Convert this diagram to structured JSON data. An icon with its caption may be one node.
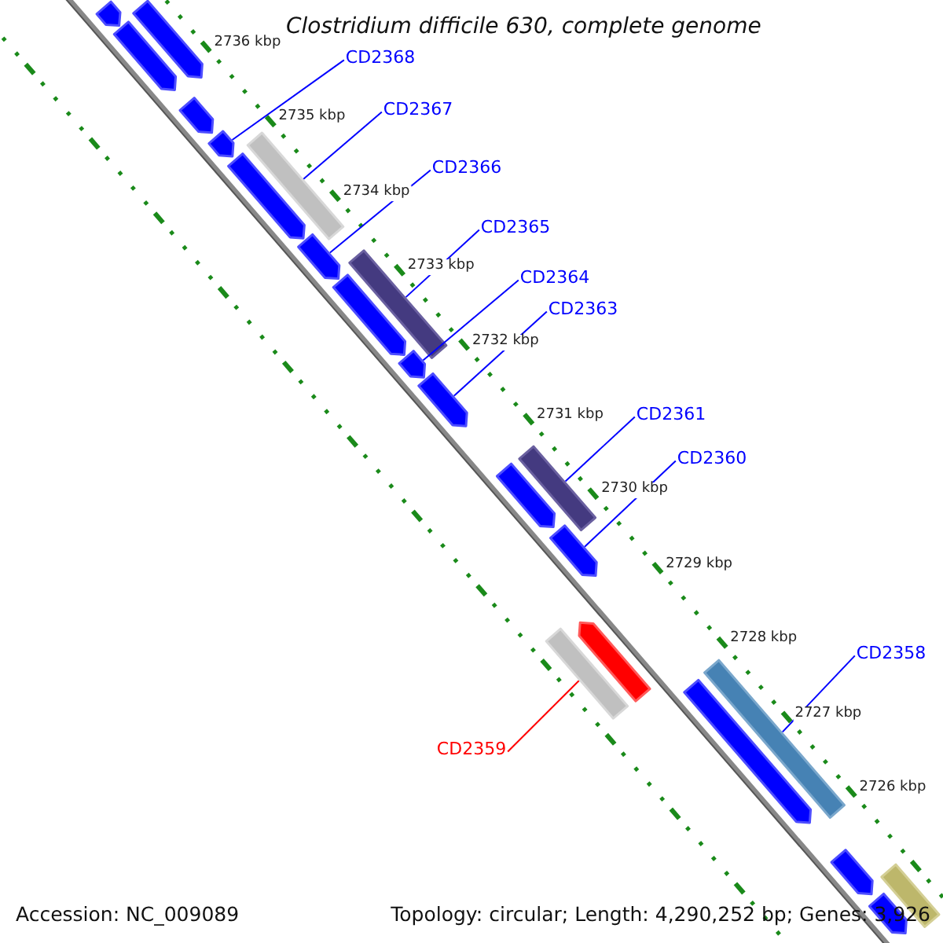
{
  "diagram": {
    "title": "Clostridium difficile 630, complete genome",
    "nodes": [
      {
        "text": [],
        "shape": "pentagon"
      },
      {
        "text": [],
        "shape": "pentagon"
      },
      {
        "text": [],
        "shape": "pentagon"
      },
      {
        "text": [
          "CD2368"
        ]
      },
      {
        "text": [],
        "shape": "pentagon"
      },
      {
        "text": [
          "CD2367"
        ]
      },
      {
        "text": [],
        "shape": "pentagon"
      },
      {
        "text": [],
        "shape": "bar"
      },
      {
        "text": [],
        "shape": "pentagon"
      },
      {
        "text": [
          "CD2366"
        ]
      },
      {
        "text": [],
        "shape": "pentagon"
      },
      {
        "text": [
          "CD2365"
        ]
      },
      {
        "text": [],
        "shape": "bar"
      },
      {
        "text": [],
        "shape": "pentagon"
      },
      {
        "text": [
          "CD2364"
        ]
      },
      {
        "text": [
          "CD2363"
        ]
      },
      {
        "text": [],
        "shape": "pentagon"
      },
      {
        "text": [],
        "shape": "pentagon"
      },
      {
        "text": [
          "CD2361"
        ]
      },
      {
        "text": [
          "CD2360"
        ]
      },
      {
        "text": [],
        "shape": "pentagon"
      },
      {
        "text": [],
        "shape": "bar"
      },
      {
        "text": [],
        "shape": "pentagon"
      },
      {
        "text": [
          "CD2358"
        ]
      },
      {
        "text": [],
        "shape": "pentagon"
      },
      {
        "text": [],
        "shape": "bar"
      },
      {
        "text": [
          "CD2359"
        ]
      },
      {
        "text": [],
        "shape": "bar"
      },
      {
        "text": [],
        "shape": "pentagon"
      },
      {
        "text": [],
        "shape": "pentagon"
      },
      {
        "text": [],
        "shape": "bar"
      },
      {
        "text": [],
        "shape": "pentagon"
      }
    ],
    "edges": [
      {
        "from": 3,
        "to": 6,
        "arrow": "none"
      },
      {
        "from": 5,
        "to": 7,
        "arrow": "none"
      },
      {
        "from": 9,
        "to": 10,
        "arrow": "none"
      },
      {
        "from": 11,
        "to": 12,
        "arrow": "none"
      },
      {
        "from": 14,
        "to": 16,
        "arrow": "none"
      },
      {
        "from": 15,
        "to": 17,
        "arrow": "none"
      },
      {
        "from": 18,
        "to": 21,
        "arrow": "none"
      },
      {
        "from": 19,
        "to": 22,
        "arrow": "none"
      },
      {
        "from": 23,
        "to": 27,
        "arrow": "none"
      },
      {
        "from": 26,
        "to": 25,
        "arrow": "none",
        "color": "#ff0000"
      }
    ],
    "labels": [
      "2736 kbp",
      "2735 kbp",
      "2734 kbp",
      "2733 kbp",
      "2732 kbp",
      "2731 kbp",
      "2730 kbp",
      "2729 kbp",
      "2728 kbp",
      "2727 kbp",
      "2726 kbp",
      "Accession: NC_009089",
      "Topology: circular; Length: 4,290,252 bp; Genes: 3,926"
    ]
  }
}
